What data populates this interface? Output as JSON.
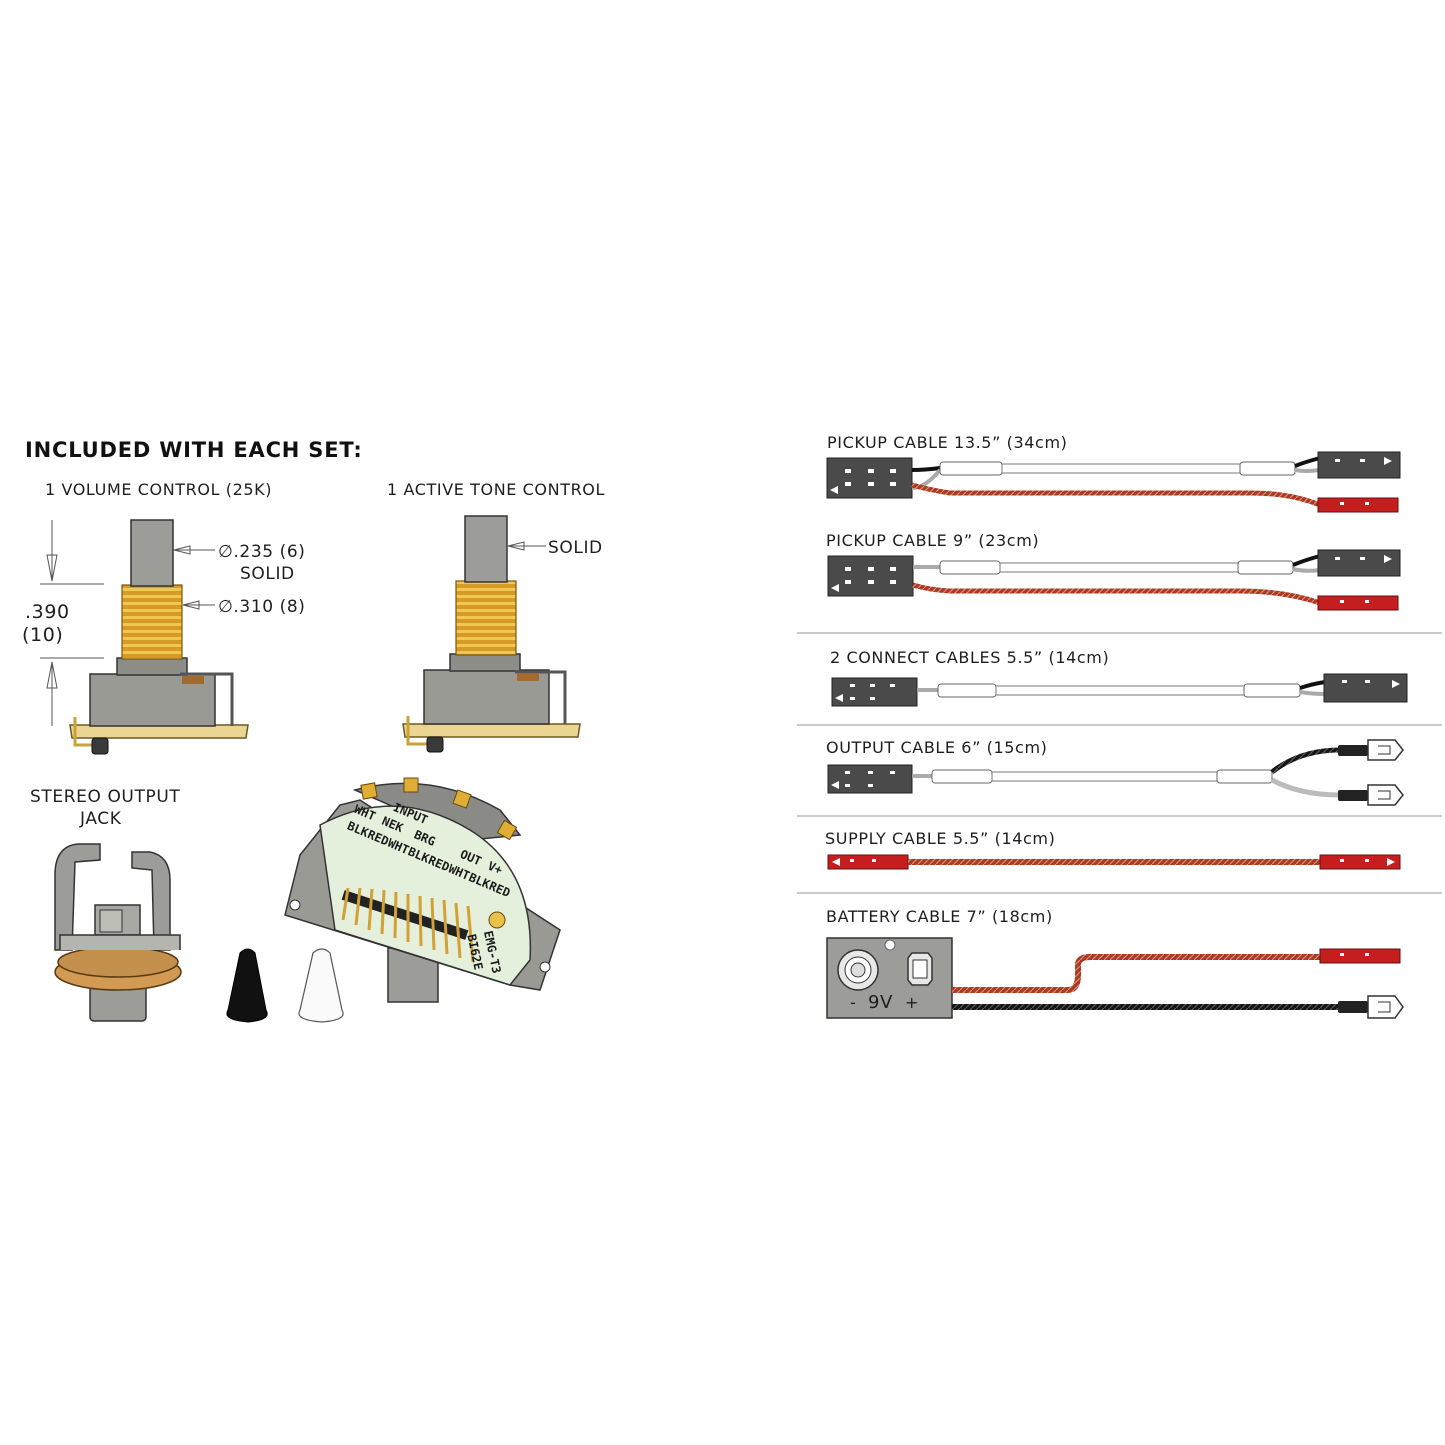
{
  "heading": "INCLUDED WITH EACH SET:",
  "volume": {
    "label": "1 VOLUME CONTROL (25K)",
    "shaft_dim": "∅.235 (6)",
    "shaft_type": "SOLID",
    "thread_dim": "∅.310 (8)",
    "height_in": ".390",
    "height_mm": "(10)"
  },
  "tone": {
    "label": "1 ACTIVE TONE CONTROL",
    "shaft_type": "SOLID"
  },
  "jack": {
    "line1": "STEREO OUTPUT",
    "line2": "JACK"
  },
  "switch": {
    "board_title": "INPUT",
    "col_labels": [
      "WHT",
      "NEK",
      "BRG",
      "OUT",
      "V+"
    ],
    "row1": [
      "BLK",
      "RED",
      "WHT",
      "BLK",
      "RED",
      "WHT",
      "BLK",
      "RED"
    ],
    "part_no": "EMG-T3",
    "code": "BI62E"
  },
  "cables": [
    {
      "label": "PICKUP CABLE 13.5” (34cm)"
    },
    {
      "label": "PICKUP CABLE 9” (23cm)"
    },
    {
      "label": "2 CONNECT CABLES 5.5” (14cm)"
    },
    {
      "label": "OUTPUT CABLE 6” (15cm)"
    },
    {
      "label": "SUPPLY CABLE 5.5” (14cm)"
    },
    {
      "label": "BATTERY CABLE 7” (18cm)"
    }
  ],
  "battery_clip": {
    "minus": "-",
    "voltage": "9V",
    "plus": "+"
  },
  "colors": {
    "connector": "#4a4a4a",
    "red_wire": "#b0412b",
    "red_plug": "#c41e1e",
    "brass": "#d9a62e",
    "pot_body": "#9a9a95",
    "pcb": "#e4f0dc"
  }
}
